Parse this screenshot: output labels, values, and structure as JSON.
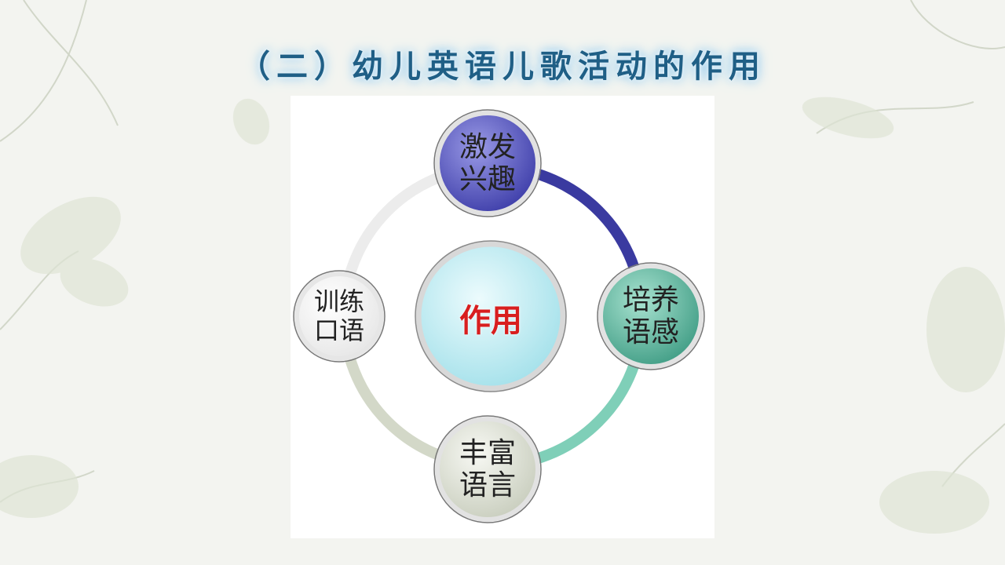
{
  "slide": {
    "title": "（二）幼儿英语儿歌活动的作用"
  },
  "diagram": {
    "center": {
      "label": "作用"
    },
    "nodes": [
      {
        "id": "top",
        "line1": "激发",
        "line2": "兴趣",
        "fill": "#5b5bbd"
      },
      {
        "id": "right",
        "line1": "培养",
        "line2": "语感",
        "fill": "#5fb59f"
      },
      {
        "id": "bottom",
        "line1": "丰富",
        "line2": "语言",
        "fill": "#dfe3d6"
      },
      {
        "id": "left",
        "line1": "训练",
        "line2": "口语",
        "fill": "#ffffff"
      }
    ],
    "ring_colors": {
      "top_right": "#3a3aa0",
      "right_bottom": "#7fcfb8",
      "bottom_left": "#d3d8c8",
      "left_top": "#ececec"
    }
  }
}
